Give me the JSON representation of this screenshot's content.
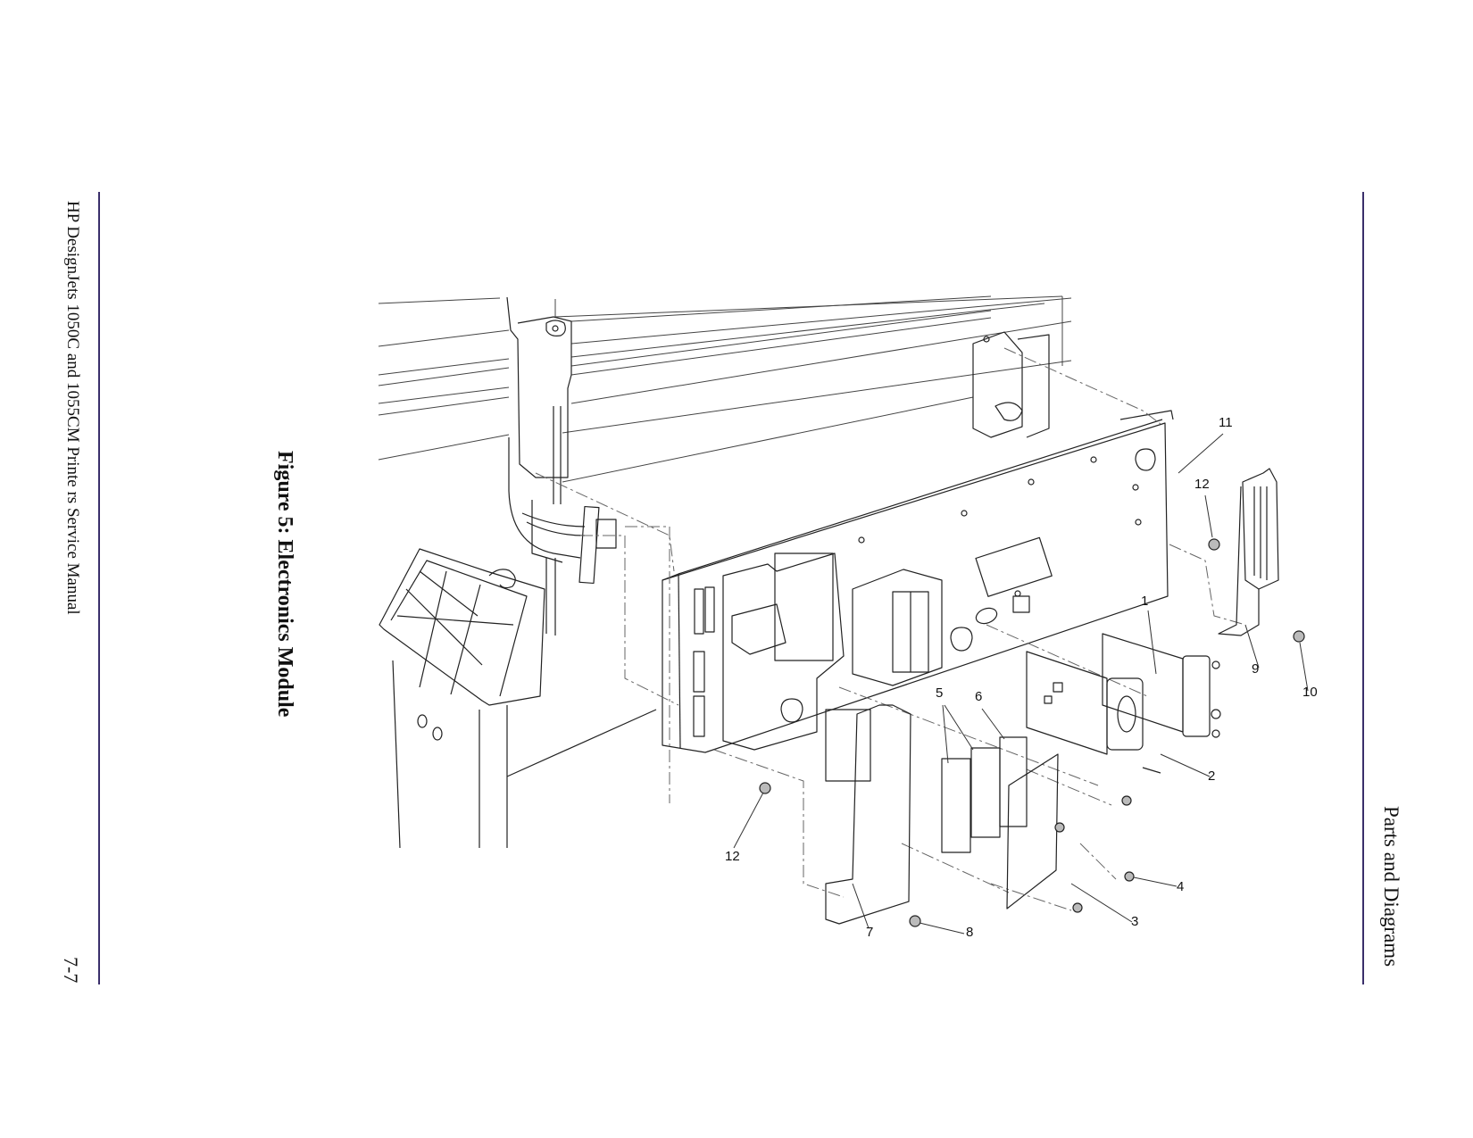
{
  "page": {
    "running_header_left": "HP DesignJets 1050C and 1055CM Printe rs Service Manual",
    "page_number": "7-7",
    "section_title_right": "Parts and Diagrams",
    "figure_title": "Figure 5: Electronics Module",
    "rule_color": "#3a2f6b"
  },
  "figure": {
    "callouts": [
      {
        "id": "1",
        "label": "1"
      },
      {
        "id": "2",
        "label": "2"
      },
      {
        "id": "3",
        "label": "3"
      },
      {
        "id": "4",
        "label": "4"
      },
      {
        "id": "5",
        "label": "5"
      },
      {
        "id": "6",
        "label": "6"
      },
      {
        "id": "7",
        "label": "7"
      },
      {
        "id": "8",
        "label": "8"
      },
      {
        "id": "9",
        "label": "9"
      },
      {
        "id": "10",
        "label": "10"
      },
      {
        "id": "11",
        "label": "11"
      },
      {
        "id": "12a",
        "label": "12"
      },
      {
        "id": "12b",
        "label": "12"
      }
    ]
  }
}
